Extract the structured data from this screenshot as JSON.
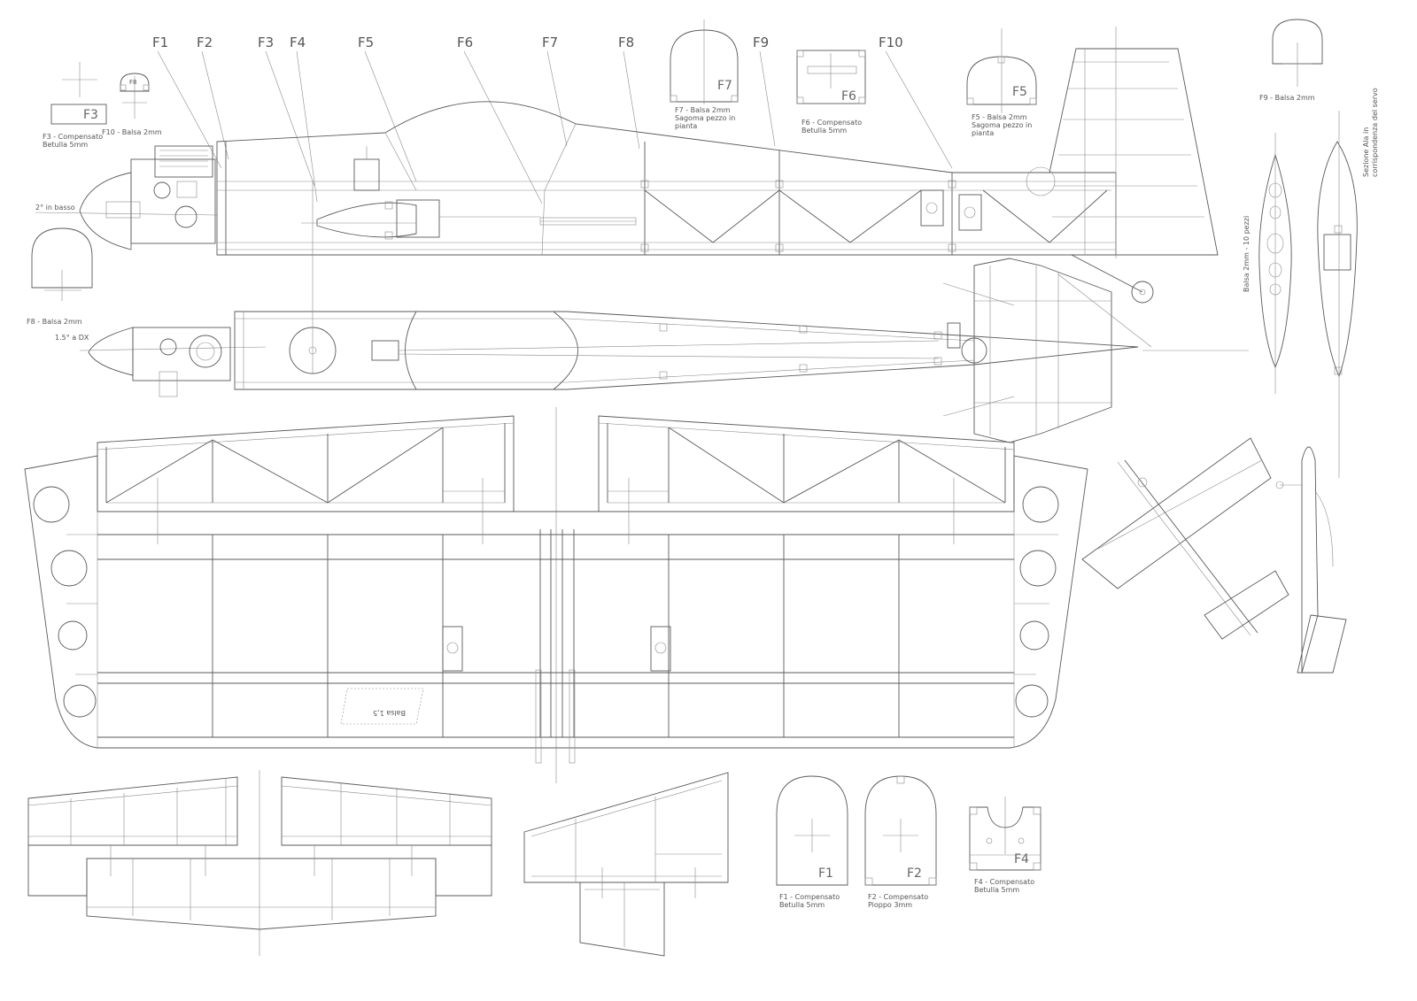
{
  "stations": [
    "F1",
    "F2",
    "F3",
    "F4",
    "F5",
    "F6",
    "F7",
    "F8",
    "F9",
    "F10"
  ],
  "parts": {
    "f3": {
      "code": "F3",
      "l1": "F3 - Compensato",
      "l2": "Betulla 5mm"
    },
    "f10": {
      "code": "F8",
      "l1": "F10 - Balsa 2mm"
    },
    "f8": {
      "l1": "F8 - Balsa 2mm"
    },
    "f7": {
      "code": "F7",
      "l1": "F7 - Balsa 2mm",
      "l2": "Sagoma pezzo in",
      "l3": "pianta"
    },
    "f6": {
      "code": "F6",
      "l1": "F6 - Compensato",
      "l2": "Betulla 5mm"
    },
    "f5": {
      "code": "F5",
      "l1": "F5 - Balsa 2mm",
      "l2": "Sagoma pezzo in",
      "l3": "pianta"
    },
    "f9": {
      "l1": "F9 - Balsa 2mm"
    },
    "f1": {
      "code": "F1",
      "l1": "F1 - Compensato",
      "l2": "Betulla 5mm"
    },
    "f2": {
      "code": "F2",
      "l1": "F2 - Compensato",
      "l2": "Pioppo 3mm"
    },
    "f4": {
      "code": "F4",
      "l1": "F4 - Compensato",
      "l2": "Betulla 5mm"
    }
  },
  "notes": {
    "thrust_down": "2° in basso",
    "thrust_right": "1.5° a DX",
    "rib_note": "Balsa 2mm - 10 pezzi",
    "servo_section_1": "Sezione Ala in",
    "servo_section_2": "corrispondenza del servo",
    "wing_sheet": "Balsa 1,5"
  }
}
